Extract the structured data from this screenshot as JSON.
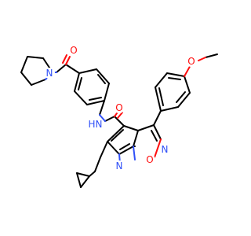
{
  "molecule": {
    "atom_labels": {
      "amide_o": "O",
      "amide_n": "N",
      "amide_h": "H",
      "pyrrolidine_n": "N",
      "ketone_o": "O",
      "methoxy_o": "O",
      "ring_o": "O",
      "isoxazole_n": "N",
      "pyridine_n": "N"
    },
    "colors": {
      "bond": "#000000",
      "oxygen": "#ff0d0d",
      "nitrogen": "#3050f8",
      "background": "#ffffff"
    }
  }
}
